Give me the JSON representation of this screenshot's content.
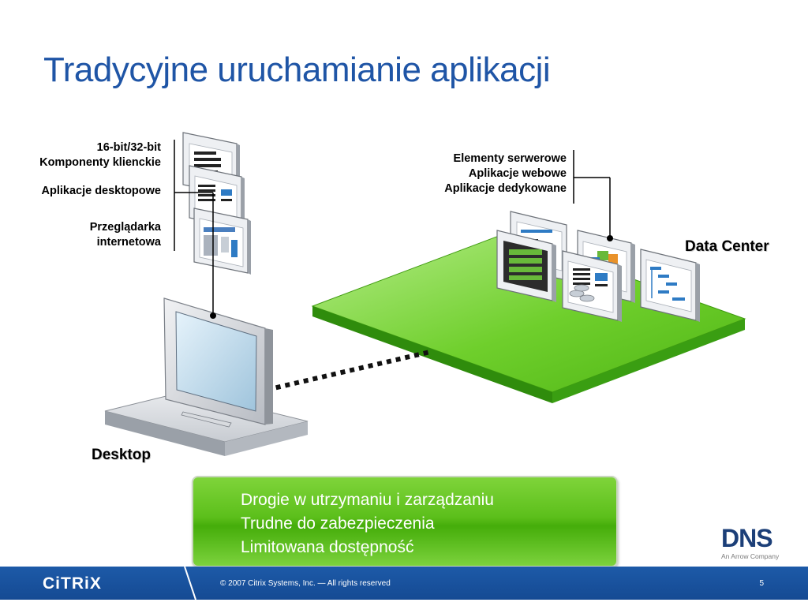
{
  "slide": {
    "title": "Tradycyjne uruchamianie aplikacji"
  },
  "client_labels": {
    "line1": "16-bit/32-bit",
    "line2": "Komponenty klienckie",
    "line3": "Aplikacje desktopowe",
    "line4": "Przeglądarka",
    "line5": "internetowa"
  },
  "server_labels": {
    "line1": "Elementy serwerowe",
    "line2": "Aplikacje webowe",
    "line3": "Aplikacje dedykowane"
  },
  "nodes": {
    "datacenter": "Data Center",
    "desktop": "Desktop"
  },
  "summary": {
    "items": [
      "Drogie w utrzymaniu i zarządzaniu",
      "Trudne do zabezpieczenia",
      "Limitowana dostępność"
    ]
  },
  "footer": {
    "logo": "CiTRiX",
    "copyright": "© 2007 Citrix Systems, Inc. — All rights reserved",
    "page_number": "5"
  },
  "partner_logo": {
    "name": "DNS",
    "tagline": "An Arrow Company"
  },
  "colors": {
    "title": "#1f55a6",
    "platform_green": "#5cbf1b",
    "footer_blue": "#1d5aa8",
    "summary_green": "#45ad0a"
  }
}
